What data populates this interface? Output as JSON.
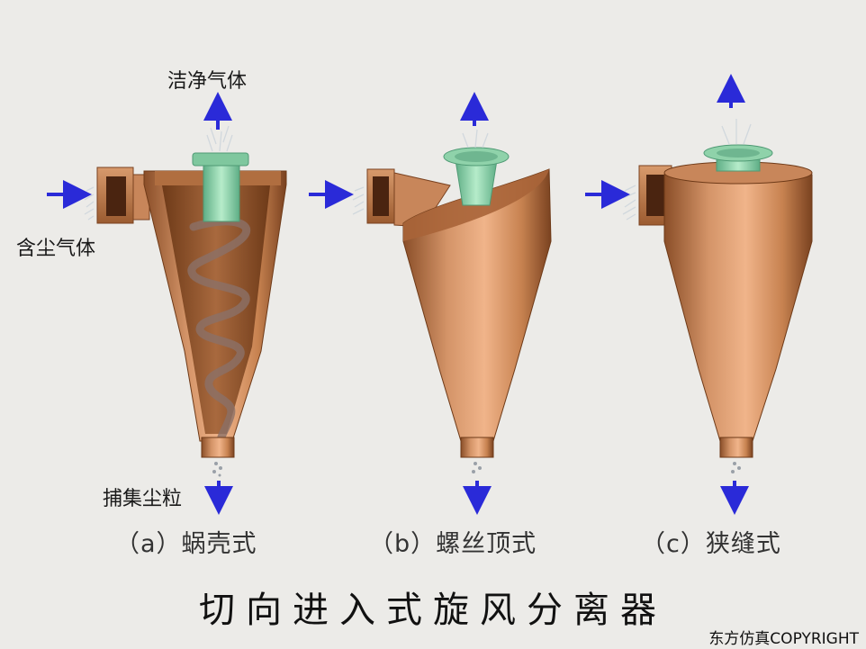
{
  "labels": {
    "clean_gas": "洁净气体",
    "dusty_gas": "含尘气体",
    "captured_dust": "捕集尘粒"
  },
  "captions": {
    "a": "（a）蜗壳式",
    "b": "（b）螺丝顶式",
    "c": "（c）狭缝式"
  },
  "title": "切向进入式旋风分离器",
  "footer": "东方仿真COPYRIGHT",
  "colors": {
    "arrow": "#2a2ad8",
    "body": "#c8865a",
    "outlet_pipe": "#8fd2aa",
    "background": "#ecebe8"
  }
}
